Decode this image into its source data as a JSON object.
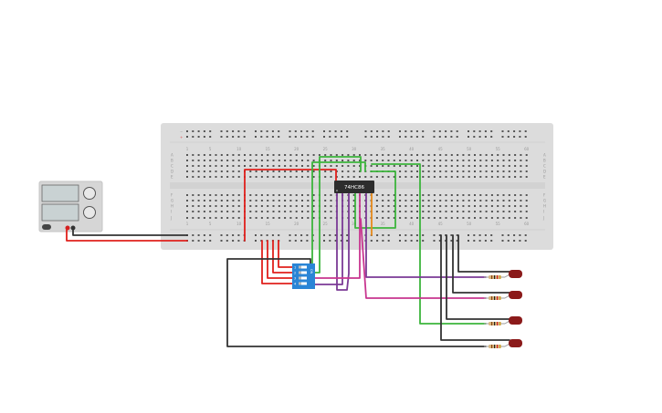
{
  "breadboard": {
    "rows_top": [
      "A",
      "B",
      "C",
      "D",
      "E"
    ],
    "rows_bottom": [
      "F",
      "G",
      "H",
      "I",
      "J"
    ],
    "column_labels": [
      "1",
      "5",
      "10",
      "15",
      "20",
      "25",
      "30",
      "35",
      "40",
      "45",
      "50",
      "55",
      "60"
    ],
    "rail_minus": "−",
    "rail_plus": "+"
  },
  "chip": {
    "label": "74HC86"
  },
  "dip_switch": {
    "on_label": "ON",
    "switch_numbers": [
      "1",
      "2",
      "3",
      "4"
    ]
  },
  "colors": {
    "red": "#e0201c",
    "black": "#333333",
    "green": "#3cb53c",
    "purple": "#7b3a96",
    "magenta": "#c8358f",
    "orange": "#e88a1a",
    "led": "#8b1a1a",
    "switch": "#2a85d6",
    "breadboard": "#dcdcdc"
  }
}
